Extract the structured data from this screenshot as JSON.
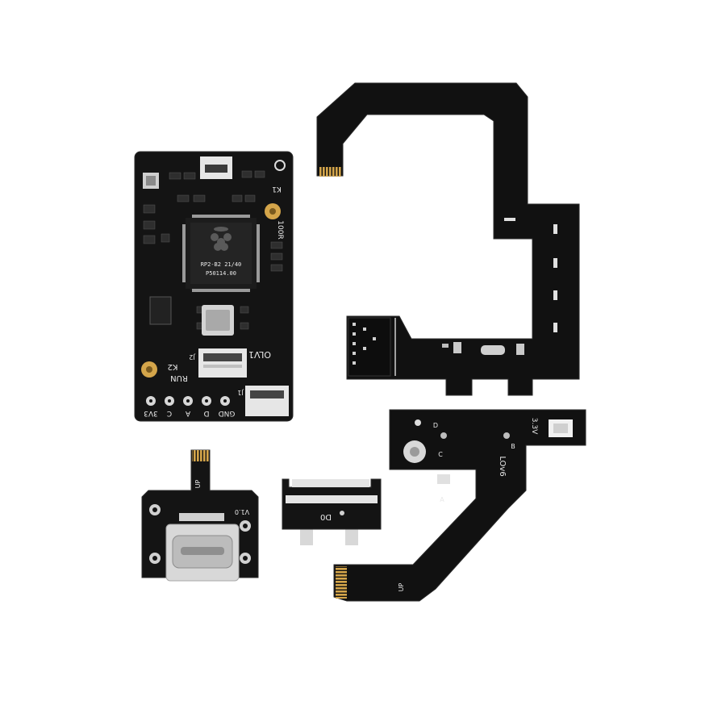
{
  "colors": {
    "background": "#ffffff",
    "pcb": "#141414",
    "flex": "#111111",
    "silkscreen": "#e9e9e9",
    "gold": "#d4a54a",
    "metal": "#c9c9c9"
  },
  "main_board": {
    "chip_text_1": "RP2-B2 21/40",
    "chip_text_2": "P50114.00",
    "label_k1": "K1",
    "label_100r": "100R",
    "label_k2": "K2",
    "label_run": "RUN",
    "label_version": "OLV1",
    "label_j2": "J2",
    "label_j1": "J1",
    "pin_labels": [
      "3V3",
      "C",
      "A",
      "D",
      "GND"
    ]
  },
  "usb_board": {
    "label_up": "UP",
    "label_version": "V1.0"
  },
  "dat0_adapter": {
    "label": "D0"
  },
  "sd_flex": {
    "label_33v": "3.3V",
    "label_b": "B",
    "label_c": "C",
    "label_d": "D",
    "label_a": "A",
    "label_version": "LOv6",
    "label_up": "UP"
  }
}
